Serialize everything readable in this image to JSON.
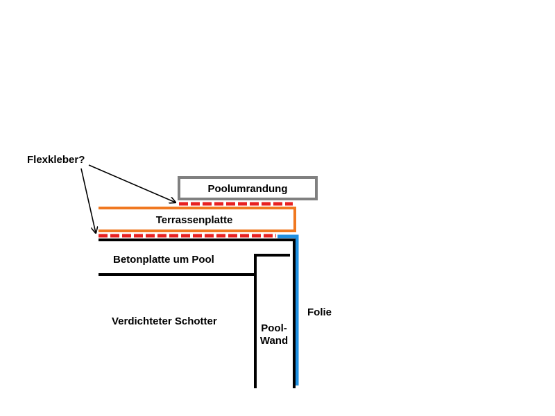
{
  "labels": {
    "flexkleber": "Flexkleber?",
    "poolumrandung": "Poolumrandung",
    "terrassenplatte": "Terrassenplatte",
    "betonplatte": "Betonplatte um Pool",
    "schotter": "Verdichteter Schotter",
    "poolwand_line1": "Pool-",
    "poolwand_line2": "Wand",
    "folie": "Folie"
  },
  "colors": {
    "poolumrandung": "#808080",
    "terrassenplatte": "#f07820",
    "flexkleber": "#e82020",
    "beton": "#000000",
    "folie": "#2090e0",
    "arrow": "#000000"
  }
}
